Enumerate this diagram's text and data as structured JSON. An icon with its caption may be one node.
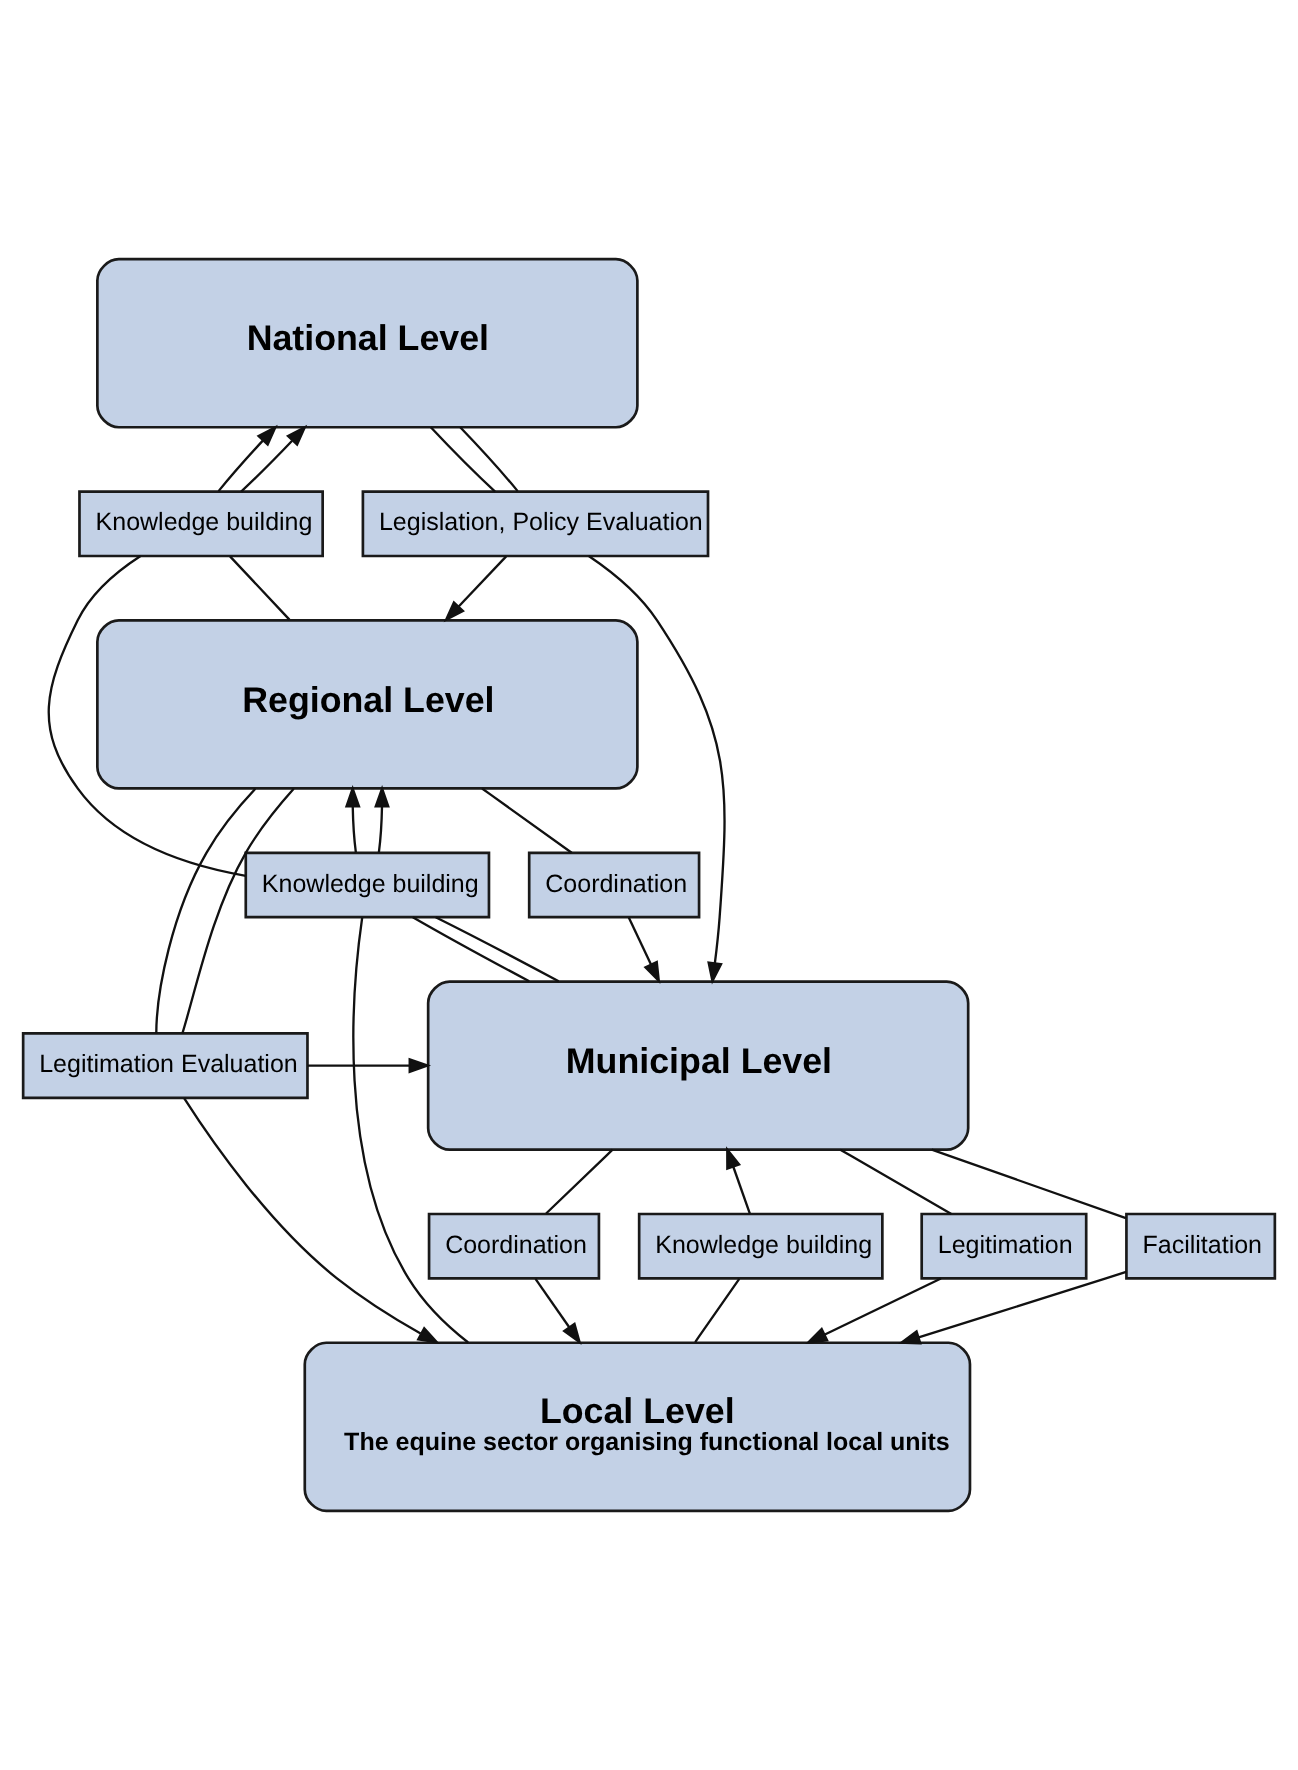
{
  "diagram": {
    "nodes": [
      {
        "text": [
          "National Level"
        ]
      },
      {
        "text": [
          "Knowledge building"
        ]
      },
      {
        "text": [
          "Legislation, Policy Evaluation"
        ]
      },
      {
        "text": [
          "Regional Level"
        ]
      },
      {
        "text": [
          "Coordination"
        ]
      },
      {
        "text": [
          "Knowledge building"
        ]
      },
      {
        "text": [
          "Municipal Level"
        ]
      },
      {
        "text": [
          "Legitimation Evaluation"
        ]
      },
      {
        "text": [
          "Legitimation"
        ]
      },
      {
        "text": [
          "Facilitation"
        ]
      },
      {
        "text": [
          "Coordination"
        ]
      },
      {
        "text": [
          "Knowledge building"
        ]
      },
      {
        "text": [
          "Local Level",
          "The equine sector organising functional local units"
        ]
      }
    ],
    "edges": [
      {
        "from": 3,
        "to": 1,
        "arrow": "none"
      },
      {
        "from": 1,
        "to": 0,
        "arrow": "to"
      },
      {
        "from": 5,
        "to": 1,
        "arrow": "none"
      },
      {
        "from": 1,
        "to": 0,
        "arrow": "to"
      },
      {
        "from": 0,
        "to": 2,
        "arrow": "none"
      },
      {
        "from": 0,
        "to": 2,
        "arrow": "none"
      },
      {
        "from": 2,
        "to": 3,
        "arrow": "to"
      },
      {
        "from": 2,
        "to": 6,
        "arrow": "to"
      },
      {
        "from": 3,
        "to": 4,
        "arrow": "none"
      },
      {
        "from": 4,
        "to": 6,
        "arrow": "to"
      },
      {
        "from": 6,
        "to": 5,
        "arrow": "none"
      },
      {
        "from": 6,
        "to": 5,
        "arrow": "none"
      },
      {
        "from": 5,
        "to": 3,
        "arrow": "to"
      },
      {
        "from": 5,
        "to": 3,
        "arrow": "to"
      },
      {
        "from": 12,
        "to": 5,
        "arrow": "none"
      },
      {
        "from": 3,
        "to": 7,
        "arrow": "none"
      },
      {
        "from": 3,
        "to": 7,
        "arrow": "none"
      },
      {
        "from": 7,
        "to": 6,
        "arrow": "to"
      },
      {
        "from": 7,
        "to": 12,
        "arrow": "to"
      },
      {
        "from": 6,
        "to": 8,
        "arrow": "none"
      },
      {
        "from": 8,
        "to": 12,
        "arrow": "to"
      },
      {
        "from": 6,
        "to": 9,
        "arrow": "none"
      },
      {
        "from": 9,
        "to": 12,
        "arrow": "to"
      },
      {
        "from": 6,
        "to": 10,
        "arrow": "none"
      },
      {
        "from": 10,
        "to": 12,
        "arrow": "to"
      },
      {
        "from": 12,
        "to": 11,
        "arrow": "none"
      },
      {
        "from": 11,
        "to": 6,
        "arrow": "to"
      }
    ]
  }
}
